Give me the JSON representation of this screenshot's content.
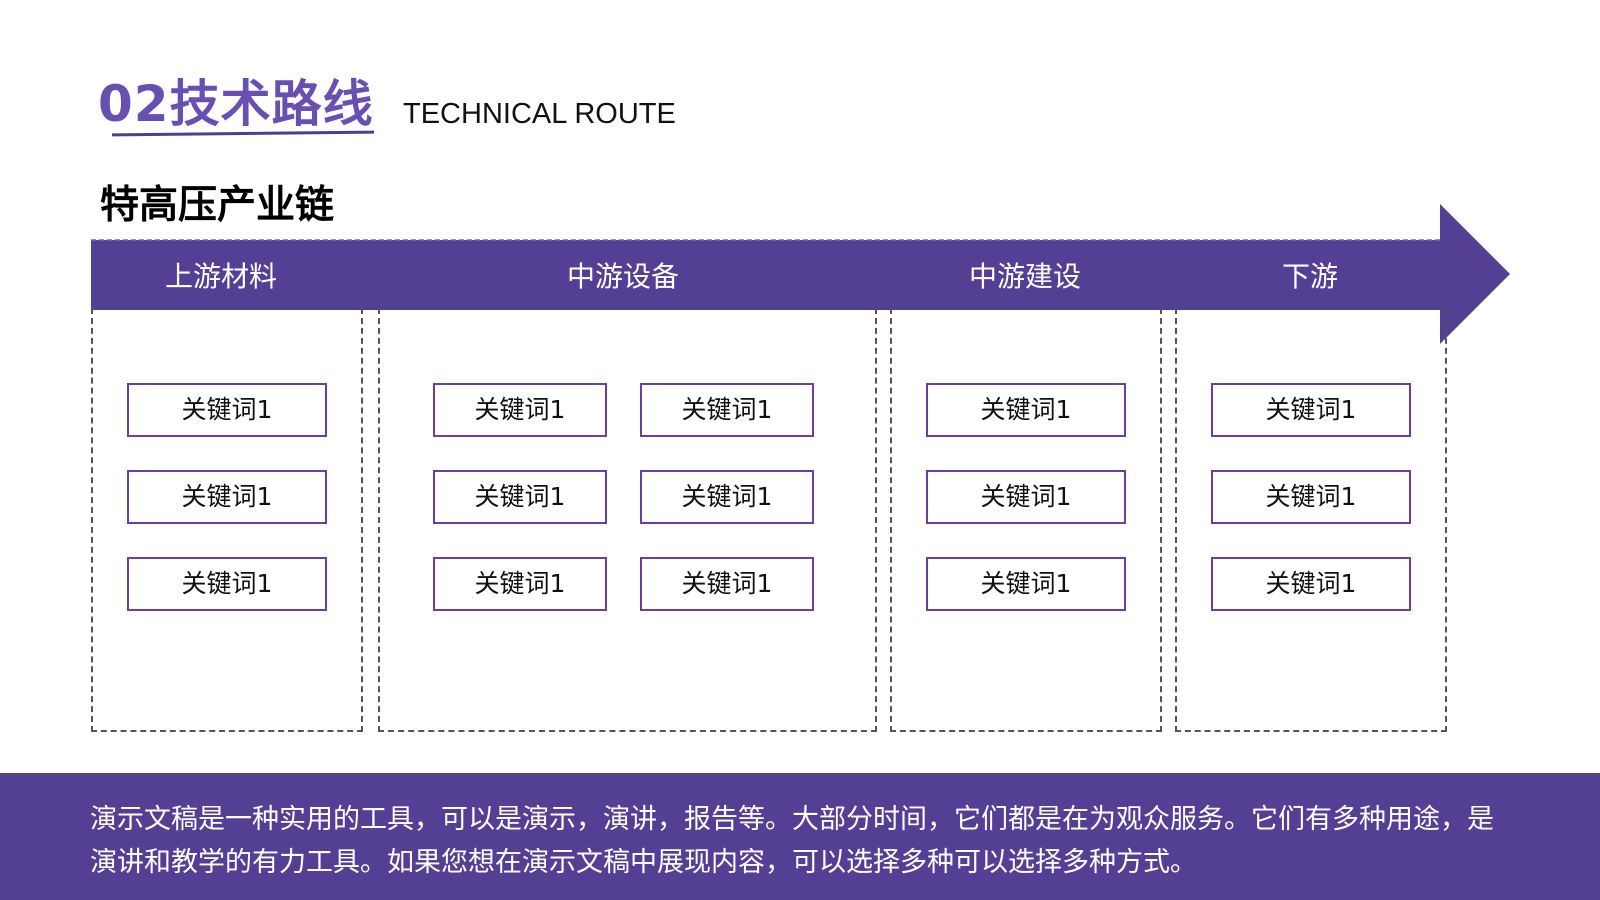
{
  "header": {
    "title": "02技术路线",
    "subtitle": "TECHNICAL ROUTE"
  },
  "section_title": "特高压产业链",
  "colors": {
    "primary": "#533f93",
    "title": "#6a4fb3",
    "box_border": "#6a3fa0",
    "dashed": "#555555"
  },
  "stages": [
    {
      "label": "上游材料",
      "keywords": [
        "关键词1",
        "关键词1",
        "关键词1"
      ]
    },
    {
      "label": "中游设备",
      "keywords": [
        "关键词1",
        "关键词1",
        "关键词1",
        "关键词1",
        "关键词1",
        "关键词1"
      ]
    },
    {
      "label": "中游建设",
      "keywords": [
        "关键词1",
        "关键词1",
        "关键词1"
      ]
    },
    {
      "label": "下游",
      "keywords": [
        "关键词1",
        "关键词1",
        "关键词1"
      ]
    }
  ],
  "footer": {
    "text": "演示文稿是一种实用的工具，可以是演示，演讲，报告等。大部分时间，它们都是在为观众服务。它们有多种用途，是演讲和教学的有力工具。如果您想在演示文稿中展现内容，可以选择多种可以选择多种方式。"
  }
}
